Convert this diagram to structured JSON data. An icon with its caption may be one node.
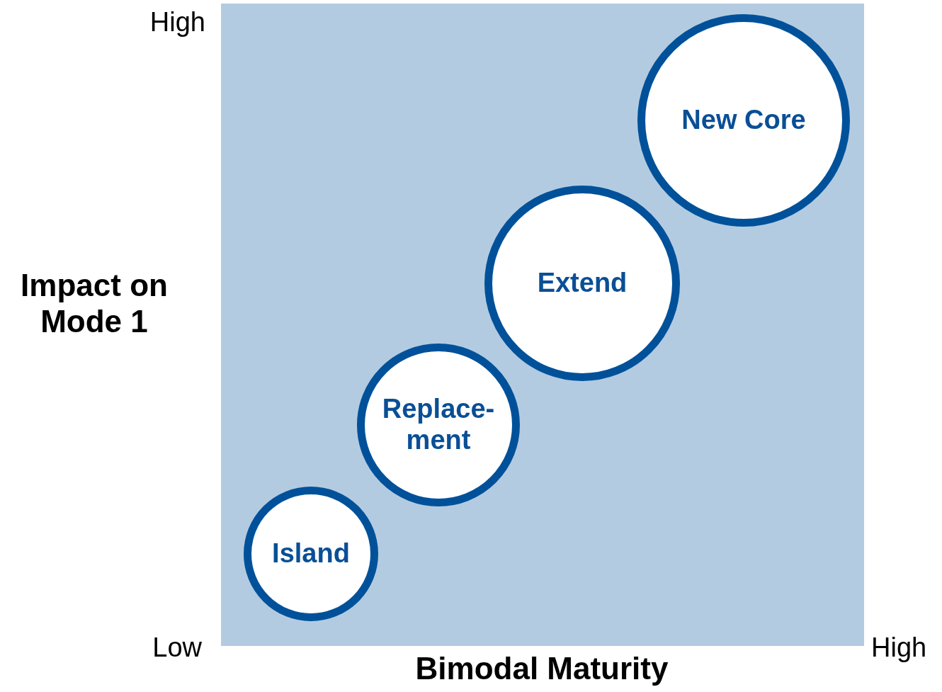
{
  "diagram": {
    "nodes": [
      {
        "text": [
          "Island"
        ]
      },
      {
        "text": [
          "Replace-ment"
        ]
      },
      {
        "text": [
          "Extend"
        ]
      },
      {
        "text": [
          "New Core"
        ]
      }
    ],
    "labels": [
      "High",
      "Impact on Mode 1",
      "Low",
      "Bimodal Maturity",
      "High"
    ]
  }
}
